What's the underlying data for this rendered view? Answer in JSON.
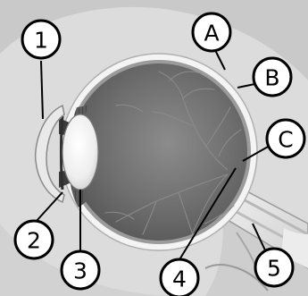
{
  "diagram": {
    "callouts": [
      {
        "id": "callout-1",
        "label": "1"
      },
      {
        "id": "callout-2",
        "label": "2"
      },
      {
        "id": "callout-3",
        "label": "3"
      },
      {
        "id": "callout-4",
        "label": "4"
      },
      {
        "id": "callout-5",
        "label": "5"
      },
      {
        "id": "callout-a",
        "label": "A"
      },
      {
        "id": "callout-b",
        "label": "B"
      },
      {
        "id": "callout-c",
        "label": "C"
      }
    ]
  }
}
